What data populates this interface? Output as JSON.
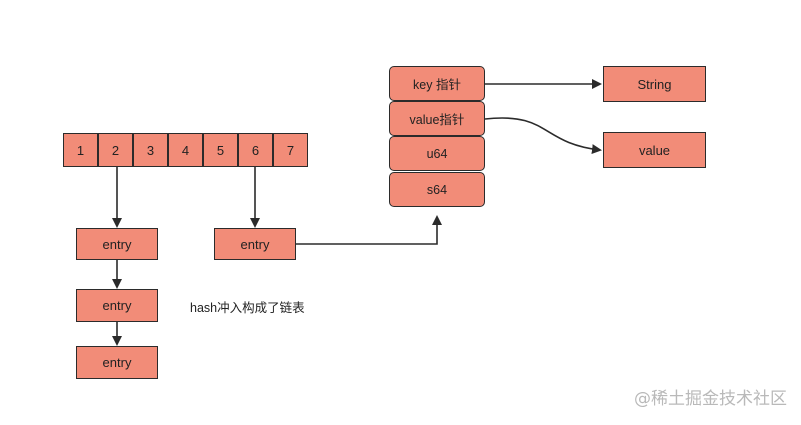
{
  "array": {
    "cells": [
      "1",
      "2",
      "3",
      "4",
      "5",
      "6",
      "7"
    ]
  },
  "chain": {
    "entries": [
      "entry",
      "entry",
      "entry"
    ],
    "note": "hash冲入构成了链表"
  },
  "single_entry": {
    "label": "entry"
  },
  "struct": {
    "fields": [
      "key 指针",
      "value指针",
      "u64",
      "s64"
    ]
  },
  "targets": {
    "string": "String",
    "value": "value"
  },
  "watermark": "@稀土掘金技术社区",
  "colors": {
    "box_fill": "#f28c78",
    "stroke": "#2b2b2b"
  }
}
